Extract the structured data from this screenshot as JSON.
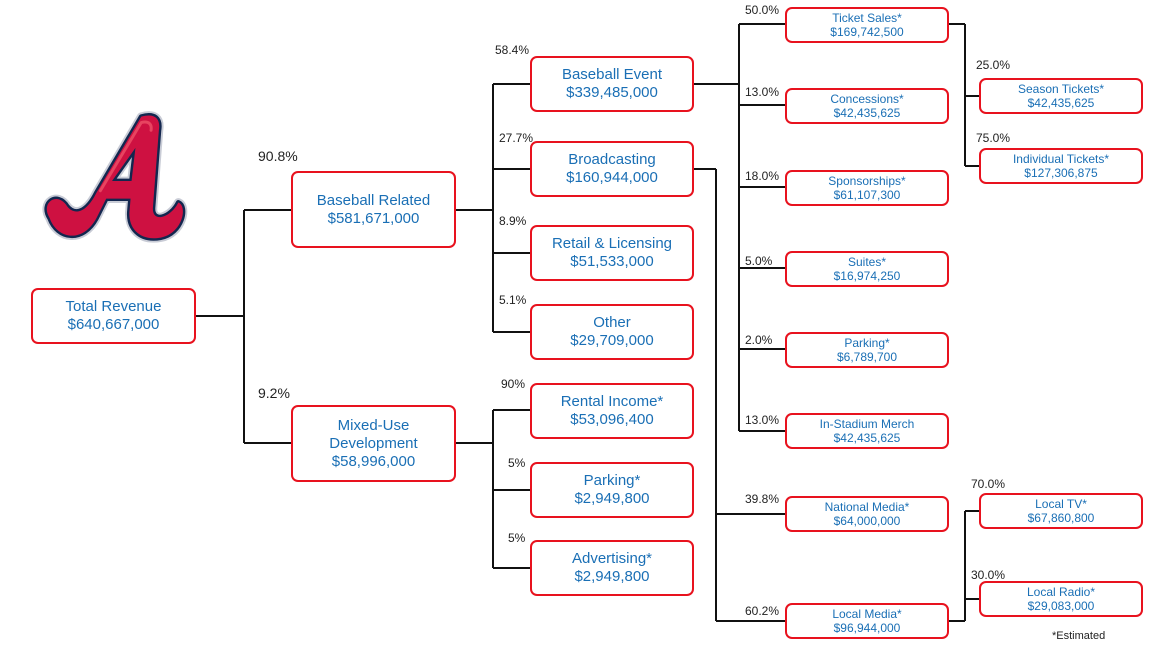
{
  "nodes": {
    "total_revenue": {
      "name": "Total Revenue",
      "value": "$640,667,000"
    },
    "baseball_related": {
      "name": "Baseball Related",
      "value": "$581,671,000",
      "pct": "90.8%"
    },
    "mixed_use": {
      "name_line1": "Mixed-Use",
      "name_line2": "Development",
      "value": "$58,996,000",
      "pct": "9.2%"
    },
    "baseball_event": {
      "name": "Baseball Event",
      "value": "$339,485,000",
      "pct": "58.4%"
    },
    "broadcasting": {
      "name": "Broadcasting",
      "value": "$160,944,000",
      "pct": "27.7%"
    },
    "retail_licensing": {
      "name": "Retail & Licensing",
      "value": "$51,533,000",
      "pct": "8.9%"
    },
    "other": {
      "name": "Other",
      "value": "$29,709,000",
      "pct": "5.1%"
    },
    "rental_income": {
      "name": "Rental Income*",
      "value": "$53,096,400",
      "pct": "90%"
    },
    "parking_mixed": {
      "name": "Parking*",
      "value": "$2,949,800",
      "pct": "5%"
    },
    "advertising": {
      "name": "Advertising*",
      "value": "$2,949,800",
      "pct": "5%"
    },
    "ticket_sales": {
      "name": "Ticket Sales*",
      "value": "$169,742,500",
      "pct": "50.0%"
    },
    "concessions": {
      "name": "Concessions*",
      "value": "$42,435,625",
      "pct": "13.0%"
    },
    "sponsorships": {
      "name": "Sponsorships*",
      "value": "$61,107,300",
      "pct": "18.0%"
    },
    "suites": {
      "name": "Suites*",
      "value": "$16,974,250",
      "pct": "5.0%"
    },
    "parking_event": {
      "name": "Parking*",
      "value": "$6,789,700",
      "pct": "2.0%"
    },
    "in_stadium_merch": {
      "name": "In-Stadium Merch",
      "value": "$42,435,625",
      "pct": "13.0%"
    },
    "national_media": {
      "name": "National Media*",
      "value": "$64,000,000",
      "pct": "39.8%"
    },
    "local_media": {
      "name": "Local Media*",
      "value": "$96,944,000",
      "pct": "60.2%"
    },
    "season_tickets": {
      "name": "Season Tickets*",
      "value": "$42,435,625",
      "pct": "25.0%"
    },
    "individual_tickets": {
      "name": "Individual Tickets*",
      "value": "$127,306,875",
      "pct": "75.0%"
    },
    "local_tv": {
      "name": "Local TV*",
      "value": "$67,860,800",
      "pct": "70.0%"
    },
    "local_radio": {
      "name": "Local Radio*",
      "value": "$29,083,000",
      "pct": "30.0%"
    }
  },
  "logo": {
    "icon": "braves-a-logo-icon",
    "letter": "A",
    "colors": {
      "fill": "#ce1141",
      "outline": "#13274f",
      "edge": "#c9ccd6"
    }
  },
  "footnote": "*Estimated",
  "colors": {
    "box_border": "#e8121e",
    "box_text": "#1a6fb5",
    "connector": "#111111",
    "pct_text": "#222222"
  }
}
